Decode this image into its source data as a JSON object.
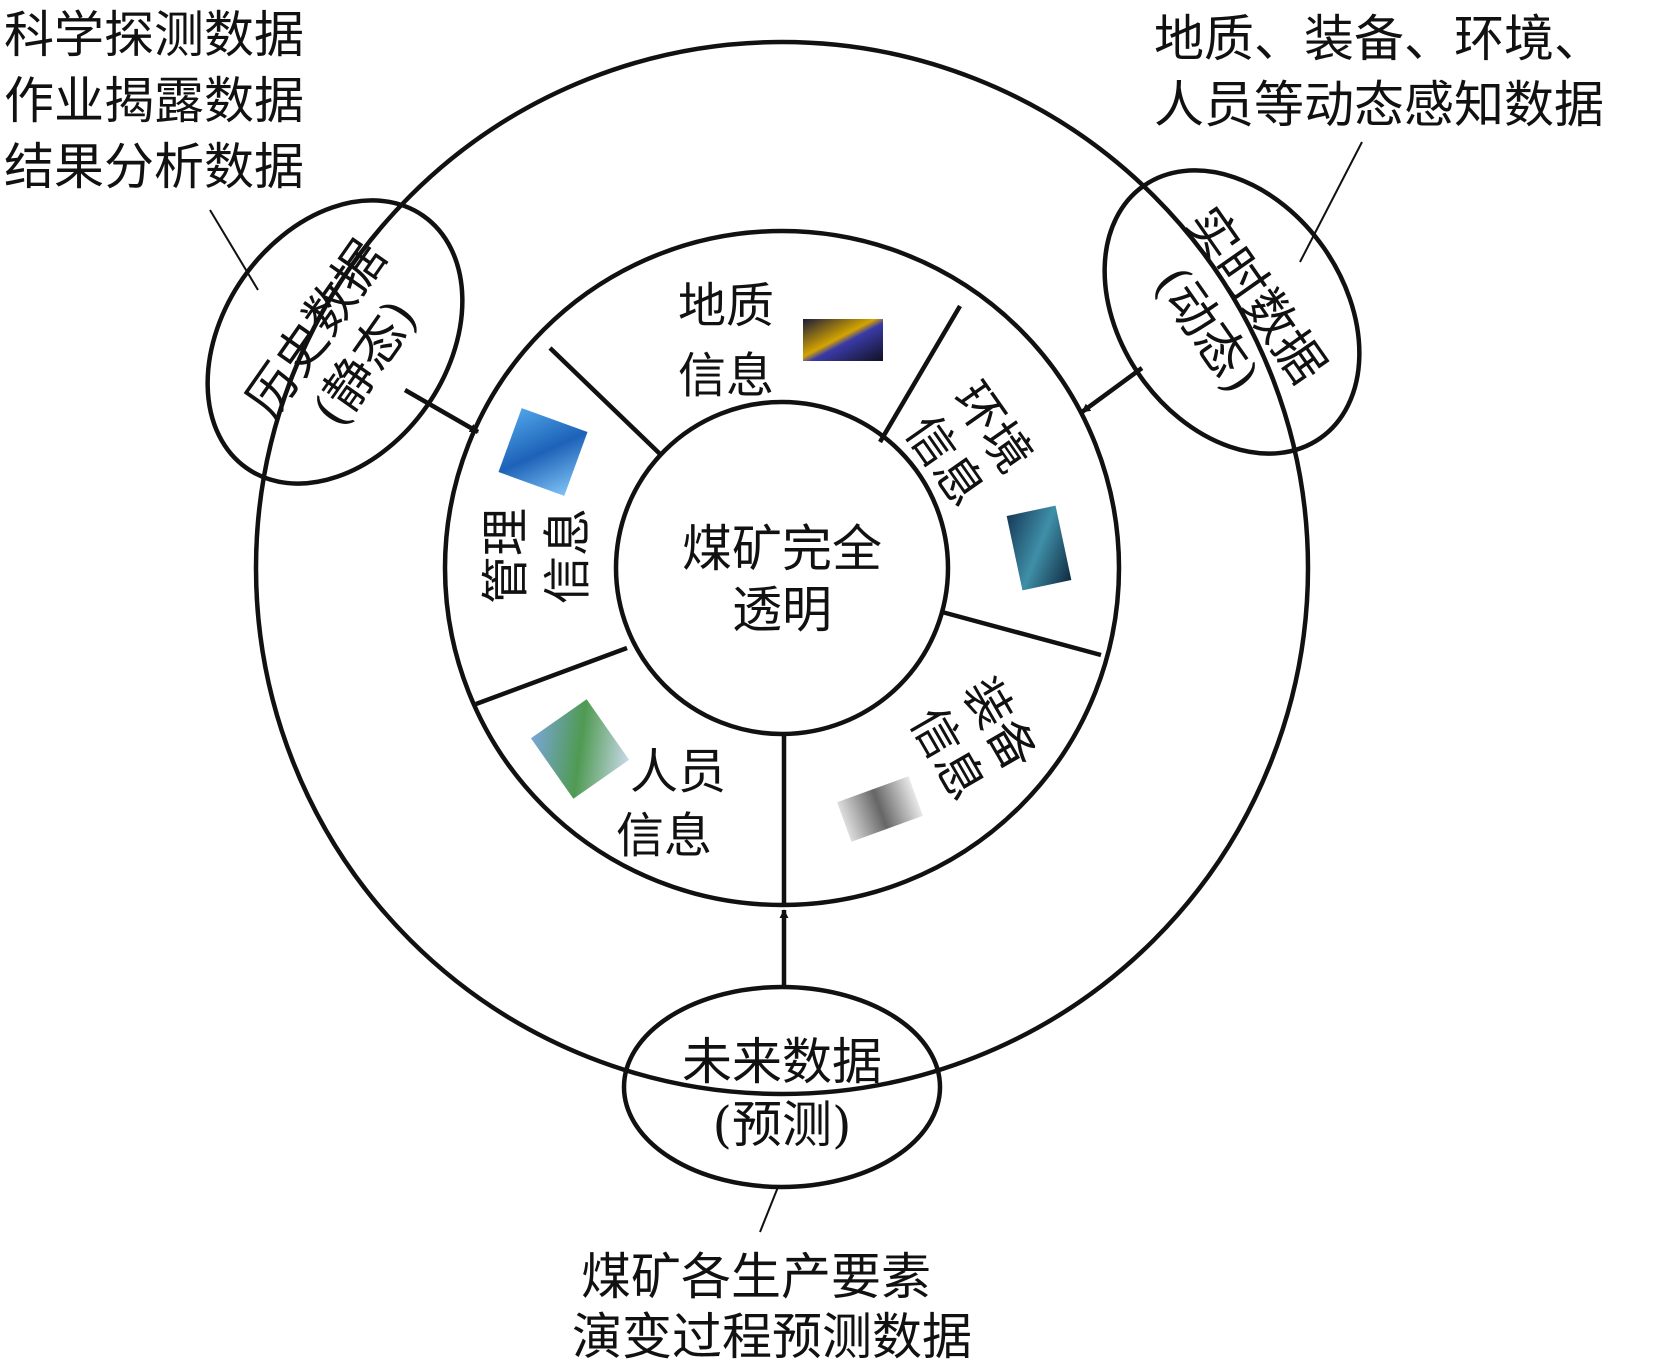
{
  "center": {
    "line1": "煤矿完全",
    "line2": "透明"
  },
  "segments": {
    "geology": {
      "line1": "地质",
      "line2": "信息",
      "icon": "geology-thumbnail-icon"
    },
    "environment": {
      "line1": "环境",
      "line2": "信息",
      "icon": "environment-thumbnail-icon"
    },
    "equipment": {
      "line1": "装备",
      "line2": "信息",
      "icon": "equipment-thumbnail-icon"
    },
    "personnel": {
      "line1": "人员",
      "line2": "信息",
      "icon": "personnel-thumbnail-icon"
    },
    "management": {
      "line1": "管理",
      "line2": "信息",
      "icon": "management-thumbnail-icon"
    }
  },
  "nodes": {
    "historical": {
      "line1": "历史数据",
      "line2": "(静态)"
    },
    "realtime": {
      "line1": "实时数据",
      "line2": "(动态)"
    },
    "future": {
      "line1": "未来数据",
      "line2": "(预测)"
    }
  },
  "notes": {
    "historical": [
      "科学探测数据",
      "作业揭露数据",
      "结果分析数据"
    ],
    "realtime": [
      "地质、装备、环境、",
      "人员等动态感知数据"
    ],
    "future": [
      "煤矿各生产要素",
      "演变过程预测数据"
    ]
  },
  "colors": {
    "ink": "#111111",
    "background": "#ffffff"
  }
}
